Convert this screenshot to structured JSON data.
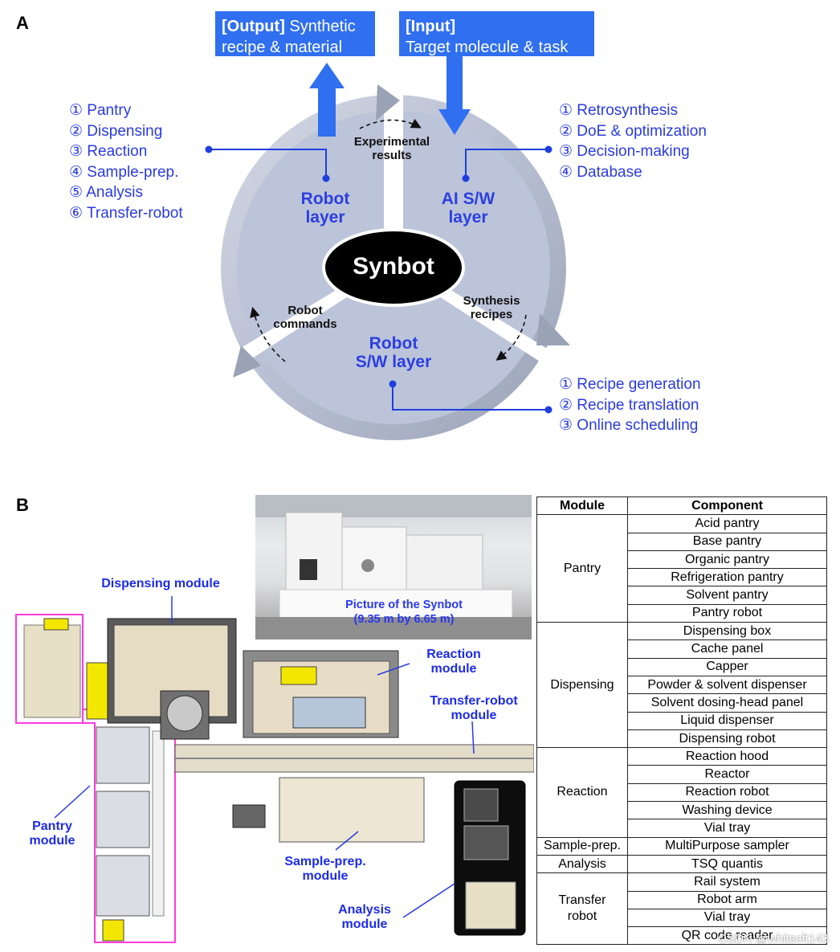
{
  "panel_a": {
    "label": "A",
    "output_box": {
      "bold": "[Output]",
      "text1": " Synthetic",
      "text2": "recipe & material"
    },
    "input_box": {
      "bold": "[Input]",
      "text2": "Target molecule & task"
    },
    "center": "Synbot",
    "robot_layer": [
      "Robot",
      "layer"
    ],
    "ai_layer": [
      "AI S/W",
      "layer"
    ],
    "robot_sw_layer": [
      "Robot",
      "S/W layer"
    ],
    "experimental_results": [
      "Experimental",
      "results"
    ],
    "synthesis_recipes": [
      "Synthesis",
      "recipes"
    ],
    "robot_commands": [
      "Robot",
      "commands"
    ],
    "robot_list": [
      "① Pantry",
      "② Dispensing",
      "③ Reaction",
      "④ Sample-prep.",
      "⑤ Analysis",
      "⑥ Transfer-robot"
    ],
    "ai_list": [
      "① Retrosynthesis",
      "② DoE & optimization",
      "③ Decision-making",
      "④ Database"
    ],
    "sw_list": [
      "① Recipe generation",
      "② Recipe translation",
      "③ Online scheduling"
    ],
    "colors": {
      "arrow_blue": "#2f6ff0",
      "text_blue": "#2a3be0",
      "ring": "#b9c1d6"
    }
  },
  "panel_b": {
    "label": "B",
    "modules": {
      "dispensing": [
        "Dispensing module"
      ],
      "reaction": [
        "Reaction",
        "module"
      ],
      "transfer": [
        "Transfer-robot",
        "module"
      ],
      "pantry": [
        "Pantry",
        "module"
      ],
      "sampleprep": [
        "Sample-prep.",
        "module"
      ],
      "analysis": [
        "Analysis",
        "module"
      ]
    },
    "photo_caption": [
      "Picture of the Synbot",
      "(9.35 m by 6.65 m)"
    ],
    "table": {
      "headers": [
        "Module",
        "Component"
      ],
      "groups": [
        {
          "module": "Pantry",
          "components": [
            "Acid pantry",
            "Base pantry",
            "Organic pantry",
            "Refrigeration pantry",
            "Solvent pantry",
            "Pantry robot"
          ]
        },
        {
          "module": "Dispensing",
          "components": [
            "Dispensing box",
            "Cache panel",
            "Capper",
            "Powder & solvent dispenser",
            "Solvent dosing-head panel",
            "Liquid dispenser",
            "Dispensing robot"
          ]
        },
        {
          "module": "Reaction",
          "components": [
            "Reaction hood",
            "Reactor",
            "Reaction robot",
            "Washing device",
            "Vial tray"
          ]
        },
        {
          "module": "Sample-prep.",
          "components": [
            "MultiPurpose sampler"
          ]
        },
        {
          "module": "Analysis",
          "components": [
            "TSQ quantis"
          ]
        },
        {
          "module": "Transfer\nrobot",
          "components": [
            "Rail system",
            "Robot arm",
            "Vial tray",
            "QR code reader"
          ]
        }
      ]
    },
    "watermark": "CSDN @whitsoft143"
  }
}
